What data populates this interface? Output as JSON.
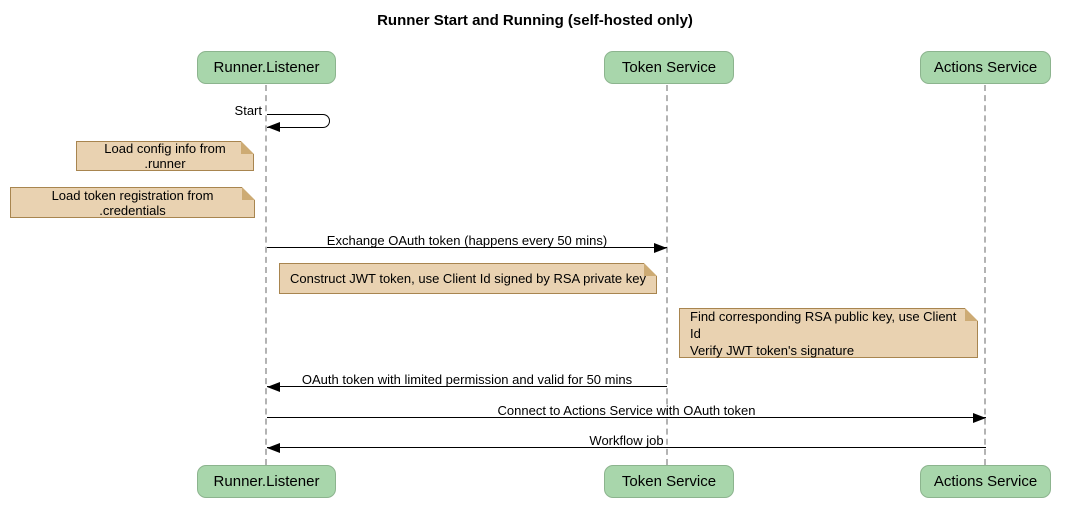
{
  "title": "Runner Start and Running (self-hosted only)",
  "diagram_type": "sequence",
  "participants": [
    {
      "id": "runner-listener",
      "label": "Runner.Listener"
    },
    {
      "id": "token-service",
      "label": "Token Service"
    },
    {
      "id": "actions-service",
      "label": "Actions Service"
    }
  ],
  "messages": [
    {
      "label": "Start",
      "from": "runner-listener",
      "to": "runner-listener",
      "type": "self",
      "arrow": "solid-filled"
    },
    {
      "label": "Exchange OAuth token (happens every 50 mins)",
      "from": "runner-listener",
      "to": "token-service",
      "arrow": "solid-filled"
    },
    {
      "label": "OAuth token with limited permission and valid for 50 mins",
      "from": "token-service",
      "to": "runner-listener",
      "arrow": "solid-filled"
    },
    {
      "label": "Connect to Actions Service with OAuth token",
      "from": "runner-listener",
      "to": "actions-service",
      "arrow": "solid-filled"
    },
    {
      "label": "Workflow job",
      "from": "actions-service",
      "to": "runner-listener",
      "arrow": "solid-filled"
    }
  ],
  "notes": [
    {
      "label": "Load config info from .runner",
      "position": "left of runner-listener"
    },
    {
      "label": "Load token registration from .credentials",
      "position": "left of runner-listener"
    },
    {
      "label": "Construct JWT token, use Client Id signed by RSA private key",
      "position": "over runner-listener and token-service"
    },
    {
      "label": "Find corresponding RSA public key, use Client Id\nVerify JWT token's signature",
      "position": "left of actions-service"
    }
  ],
  "colors": {
    "background": "#ffffff",
    "participant_fill": "#a8d6ab",
    "participant_border": "#8cb48e",
    "note_fill": "#e9d2b1",
    "note_border": "#a8854f",
    "lifeline": "#b3b3b3",
    "arrow": "#000000",
    "text": "#000000"
  }
}
